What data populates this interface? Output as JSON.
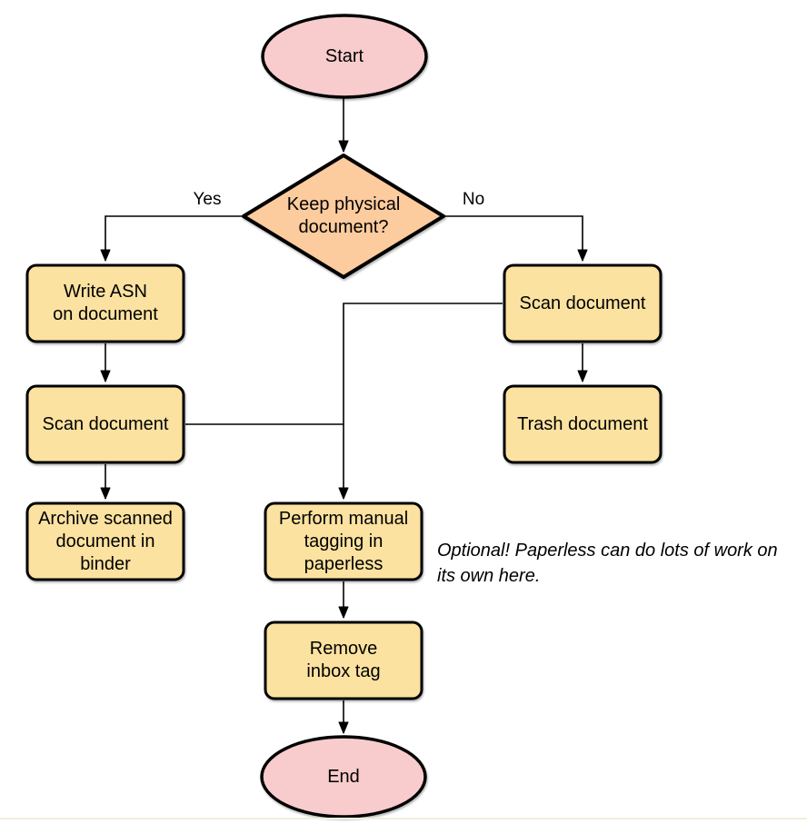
{
  "diagram": {
    "nodes": {
      "start": {
        "label": "Start",
        "type": "terminal"
      },
      "decision": {
        "label": "Keep physical\ndocument?",
        "type": "decision"
      },
      "write_asn": {
        "label": "Write ASN\non document",
        "type": "process"
      },
      "scan_left": {
        "label": "Scan document",
        "type": "process"
      },
      "archive": {
        "label": "Archive scanned\ndocument in\nbinder",
        "type": "process"
      },
      "scan_right": {
        "label": "Scan document",
        "type": "process"
      },
      "trash": {
        "label": "Trash document",
        "type": "process"
      },
      "perform_tagging": {
        "label": "Perform manual\ntagging in\npaperless",
        "type": "process"
      },
      "remove_inbox": {
        "label": "Remove\ninbox tag",
        "type": "process"
      },
      "end": {
        "label": "End",
        "type": "terminal"
      }
    },
    "edge_labels": {
      "yes": "Yes",
      "no": "No"
    },
    "annotation": "Optional! Paperless can do lots of work on\nits own here.",
    "colors": {
      "terminal_fill": "#F8CCCC",
      "decision_fill": "#FCCB9E",
      "process_fill": "#FBE2A0",
      "stroke": "#000000",
      "edge": "#000000",
      "background": "#FFFFFF",
      "footer_line": "#F2EEDC"
    }
  }
}
